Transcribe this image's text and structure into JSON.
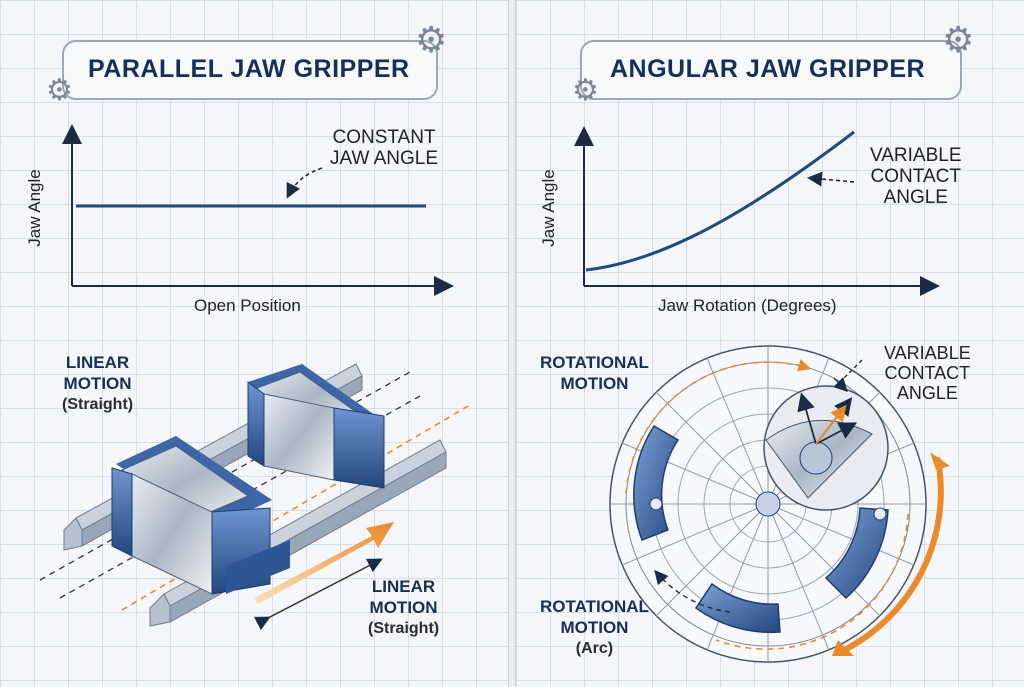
{
  "left": {
    "title": "PARALLEL JAW GRIPPER",
    "chart": {
      "ylabel": "Jaw Angle",
      "xlabel": "Open Position",
      "annotation_line1": "CONSTANT",
      "annotation_line2": "JAW ANGLE"
    },
    "motion_top": {
      "line1": "LINEAR",
      "line2": "MOTION",
      "line3": "(Straight)"
    },
    "motion_bottom": {
      "line1": "LINEAR",
      "line2": "MOTION",
      "line3": "(Straight)"
    }
  },
  "right": {
    "title": "ANGULAR JAW GRIPPER",
    "chart": {
      "ylabel": "Jaw Angle",
      "xlabel": "Jaw Rotation (Degrees)",
      "annotation_line1": "VARIABLE",
      "annotation_line2": "CONTACT",
      "annotation_line3": "ANGLE"
    },
    "motion_top": {
      "line1": "ROTATIONAL",
      "line2": "MOTION"
    },
    "dial_annotation": {
      "line1": "VARIABLE",
      "line2": "CONTACT",
      "line3": "ANGLE"
    },
    "motion_bottom": {
      "line1": "ROTATIONAL",
      "line2": "MOTION",
      "line3": "(Arc)"
    }
  },
  "icons": [
    "gear-icon"
  ],
  "colors": {
    "navy": "#14305a",
    "line_blue": "#1d4b82",
    "orange": "#ea8a2a",
    "steel": "#4f79b8"
  }
}
